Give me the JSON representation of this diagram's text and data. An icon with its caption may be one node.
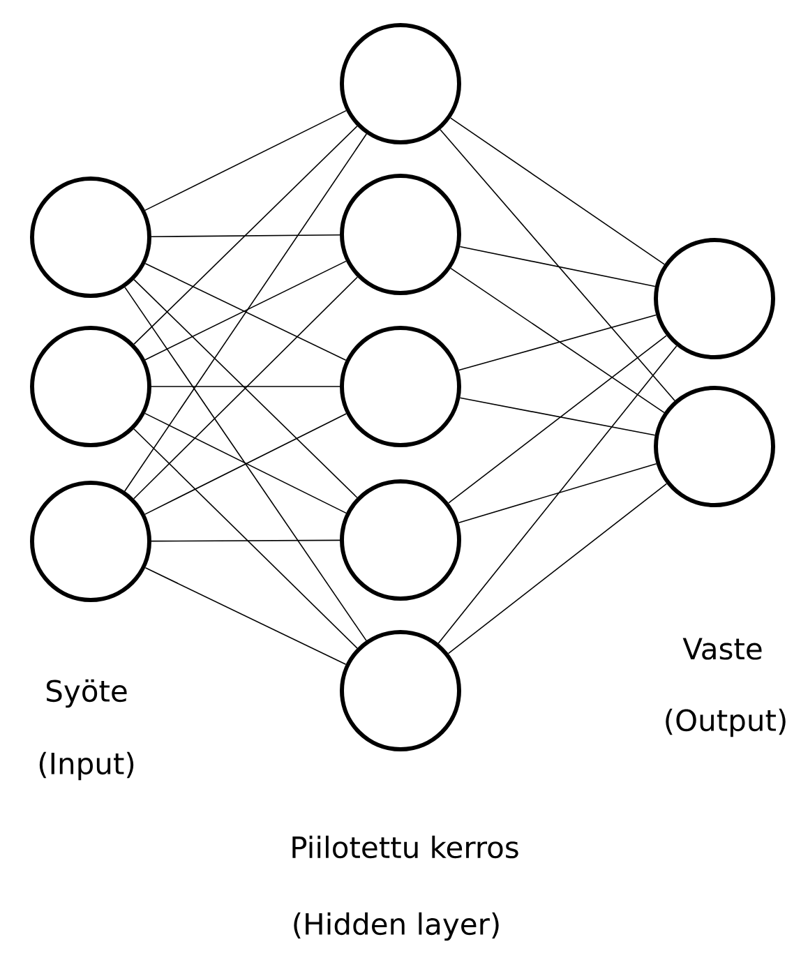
{
  "diagram": {
    "nodes": [
      {
        "text": [],
        "shape": "circle"
      },
      {
        "text": [],
        "shape": "circle"
      },
      {
        "text": [],
        "shape": "circle"
      },
      {
        "text": [],
        "shape": "circle"
      },
      {
        "text": [],
        "shape": "circle"
      },
      {
        "text": [],
        "shape": "circle"
      },
      {
        "text": [],
        "shape": "circle"
      },
      {
        "text": [],
        "shape": "circle"
      },
      {
        "text": [],
        "shape": "circle"
      },
      {
        "text": [],
        "shape": "circle"
      }
    ],
    "edges": [
      {
        "from": 0,
        "to": 3,
        "arrow": "none"
      },
      {
        "from": 0,
        "to": 4,
        "arrow": "none"
      },
      {
        "from": 0,
        "to": 5,
        "arrow": "none"
      },
      {
        "from": 0,
        "to": 6,
        "arrow": "none"
      },
      {
        "from": 0,
        "to": 7,
        "arrow": "none"
      },
      {
        "from": 1,
        "to": 3,
        "arrow": "none"
      },
      {
        "from": 1,
        "to": 4,
        "arrow": "none"
      },
      {
        "from": 1,
        "to": 5,
        "arrow": "none"
      },
      {
        "from": 1,
        "to": 6,
        "arrow": "none"
      },
      {
        "from": 1,
        "to": 7,
        "arrow": "none"
      },
      {
        "from": 2,
        "to": 3,
        "arrow": "none"
      },
      {
        "from": 2,
        "to": 4,
        "arrow": "none"
      },
      {
        "from": 2,
        "to": 5,
        "arrow": "none"
      },
      {
        "from": 2,
        "to": 6,
        "arrow": "none"
      },
      {
        "from": 2,
        "to": 7,
        "arrow": "none"
      },
      {
        "from": 3,
        "to": 8,
        "arrow": "none"
      },
      {
        "from": 3,
        "to": 9,
        "arrow": "none"
      },
      {
        "from": 4,
        "to": 8,
        "arrow": "none"
      },
      {
        "from": 4,
        "to": 9,
        "arrow": "none"
      },
      {
        "from": 5,
        "to": 8,
        "arrow": "none"
      },
      {
        "from": 5,
        "to": 9,
        "arrow": "none"
      },
      {
        "from": 6,
        "to": 8,
        "arrow": "none"
      },
      {
        "from": 6,
        "to": 9,
        "arrow": "none"
      },
      {
        "from": 7,
        "to": 8,
        "arrow": "none"
      },
      {
        "from": 7,
        "to": 9,
        "arrow": "none"
      }
    ],
    "labels": [
      "Syöte",
      "(Input)",
      "Vaste",
      "(Output)",
      "Piilotettu kerros",
      "(Hidden layer)"
    ]
  }
}
